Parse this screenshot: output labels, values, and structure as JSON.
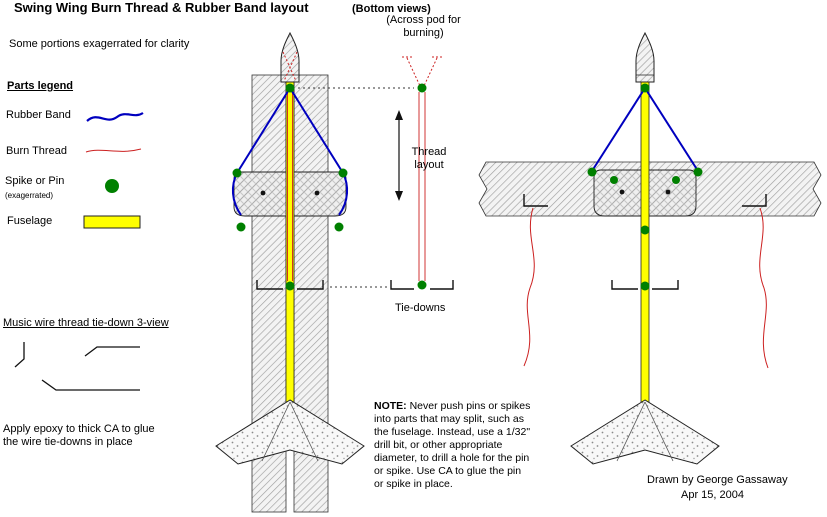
{
  "title": {
    "main": "Swing Wing Burn Thread & Rubber Band layout",
    "suffix": "(Bottom views)"
  },
  "annotations": {
    "clarity": "Some portions exagerrated for clarity",
    "across_pod": "(Across pod for burning)",
    "thread_layout": "Thread layout",
    "tie_downs": "Tie-downs",
    "music_wire_heading": "Music wire thread tie-down 3-view",
    "epoxy_line1": "Apply epoxy to thick CA to glue",
    "epoxy_line2": "the wire tie-downs in place",
    "credit_line1": "Drawn by George Gassaway",
    "credit_line2": "Apr 15, 2004"
  },
  "legend": {
    "heading": "Parts legend",
    "items": [
      {
        "label": "Rubber Band"
      },
      {
        "label": "Burn Thread"
      },
      {
        "label": "Spike or Pin",
        "sublabel": "(exagerrated)"
      },
      {
        "label": "Fuselage"
      }
    ]
  },
  "note": {
    "heading": "NOTE:",
    "lines": [
      "Never push pins or spikes",
      "into parts that may split, such as",
      "the fuselage. Instead, use a 1/32\"",
      "drill bit, or other appropriate",
      "diameter, to drill a hole for the pin",
      "or spike. Use CA to glue the pin",
      "or spike in place."
    ]
  },
  "colors": {
    "rubber_band": "#0000bf",
    "burn_thread": "#cc2020",
    "spike_pin": "#008000",
    "fuselage": "#ffff00"
  }
}
